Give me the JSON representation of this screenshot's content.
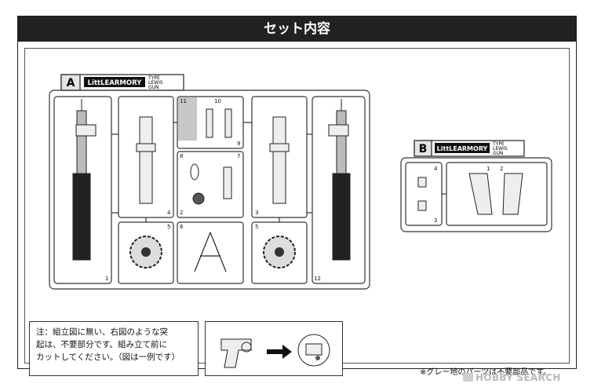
{
  "header": {
    "title": "セット内容"
  },
  "runner_a": {
    "letter": "A",
    "logo_text": "LittLEARMORY",
    "type_lines": [
      "TYPE",
      "LEWIS",
      "GUN"
    ],
    "part_numbers": [
      "11",
      "10",
      "9",
      "8",
      "7",
      "4",
      "2",
      "3",
      "5",
      "6",
      "5",
      "1",
      "12"
    ]
  },
  "runner_b": {
    "letter": "B",
    "logo_text": "LittLEARMORY",
    "type_lines": [
      "TYPE",
      "LEWIS",
      "GUN"
    ],
    "part_numbers": [
      "4",
      "1",
      "2",
      "3"
    ]
  },
  "note": {
    "lines": [
      "注：組立図に無い、右図のような突",
      "起は、不要部分です。組み立て前に",
      "カットしてください。（図は一例です）"
    ]
  },
  "grey_note": "※グレー地のパーツは不要部品です。",
  "watermark": "HOBBY SEARCH",
  "colors": {
    "title_bar": "#222222",
    "unused_part_fill": "#c8c8c8"
  }
}
